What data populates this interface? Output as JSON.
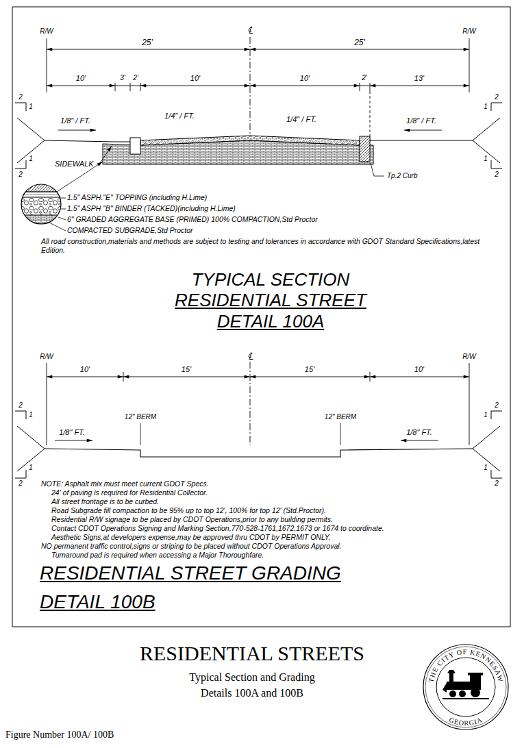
{
  "diagram": {
    "title": "RESIDENTIAL STREETS",
    "caption": "Typical Section and Grading",
    "labels": [
      "R/W",
      "25'",
      "℄",
      "25'",
      "R/W",
      "10'",
      "3'",
      "2'",
      "10'",
      "10'",
      "2'",
      "13'",
      "2",
      "1",
      "1",
      "2",
      "2",
      "1",
      "1",
      "2",
      "1/8\" / FT.",
      "1/4\" / FT.",
      "1/4\" / FT.",
      "1/8\" / FT.",
      "SIDEWALK",
      "Tp.2 Curb",
      "1.5\" ASPH.\"E\" TOPPING (including H.Lime)",
      "1.5\" ASPH \"B\" BINDER (TACKED)(including H.Lime)",
      "6\" GRADED AGGREGATE BASE (PRIMED) 100% COMPACTION,Std Proctor",
      "COMPACTED SUBGRADE,Std Proctor",
      "All road construction,materials and methods are subject to testing and tolerances in accordance with GDOT Standard Specifications,latest Edition.",
      "TYPICAL SECTION",
      "RESIDENTIAL STREET",
      "DETAIL 100A",
      "R/W",
      "℄",
      "R/W",
      "10'",
      "15'",
      "15'",
      "10'",
      "2",
      "1",
      "1",
      "2",
      "2",
      "1",
      "1",
      "2",
      "12\" BERM",
      "12\" BERM",
      "1/8\" FT.",
      "1/8\" FT.",
      "NOTE: Asphalt mix must meet current GDOT Specs.",
      "24' of paving is required for Residential Collector.",
      "All street frontage is to be curbed.",
      "Road Subgrade fill compaction to be 95% up to top 12', 100% for top 12' (Std.Proctor).",
      "Residential R/W signage to be placed by CDOT Operations,prior to any building permits.",
      "Contact CDOT Operations Signing and Marking Section,770-528-1761,1672,1673 or 1674 to coordinate.",
      "Aesthetic Signs,at developers expense,may be approved thru CDOT by PERMIT ONLY.",
      "NO permanent traffic control,signs or striping to be placed without CDOT Operations Approval.",
      "Turnaround pad is required when accessing a Major Thoroughfare.",
      "RESIDENTIAL STREET GRADING",
      "DETAIL 100B",
      "Details 100A and 100B",
      "Figure Number 100A/ 100B",
      "THE CITY OF KENNESAW",
      "GEORGIA"
    ]
  }
}
